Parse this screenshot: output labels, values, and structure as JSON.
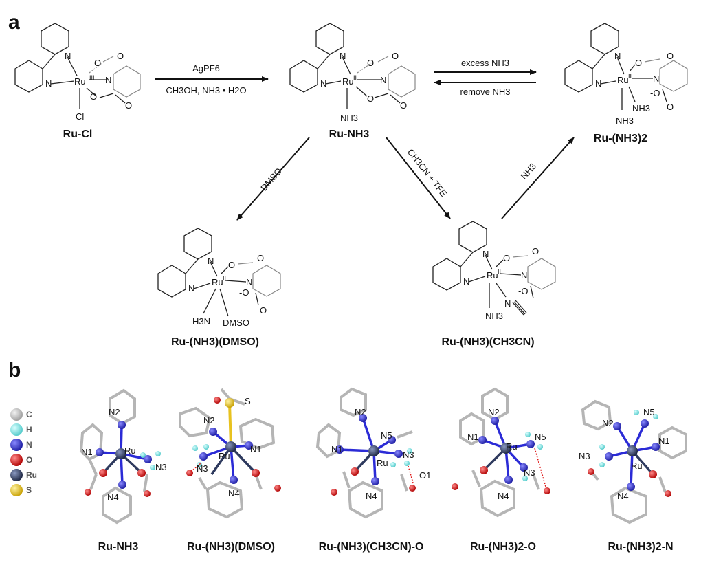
{
  "panels": {
    "a": "a",
    "b": "b"
  },
  "compounds": {
    "ru_cl": "Ru-Cl",
    "ru_nh3": "Ru-NH3",
    "ru_nh3_2": "Ru-(NH3)2",
    "ru_nh3_dmso": "Ru-(NH3)(DMSO)",
    "ru_nh3_ch3cn": "Ru-(NH3)(CH3CN)"
  },
  "conditions": {
    "step1_top": "AgPF6",
    "step1_bottom": "CH3OH, NH3 • H2O",
    "excess": "excess NH3",
    "remove": "remove NH3",
    "dmso": "DMSO",
    "ch3cn": "CH3CN + TFE",
    "nh3": "NH3"
  },
  "atoms": {
    "ru": "Ru",
    "ox3": "III",
    "ox2": "II",
    "n": "N",
    "o": "O",
    "cl": "Cl",
    "nh3": "NH3",
    "h3n": "H3N",
    "dmso": "DMSO",
    "ominus": "-O",
    "minus": "-"
  },
  "legend": [
    "C",
    "H",
    "N",
    "O",
    "Ru",
    "S"
  ],
  "colors": {
    "C": "#bfbfbf",
    "H": "#7fe3e3",
    "N": "#2b2bd6",
    "O": "#e01a1a",
    "Ru": "#2e3a5e",
    "S": "#e8c21f"
  },
  "crystal_labels": {
    "s1": [
      "N2",
      "N1",
      "Ru",
      "N3",
      "N4"
    ],
    "s2": [
      "S",
      "N2",
      "N1",
      "Ru",
      "N3",
      "N4"
    ],
    "s3": [
      "N2",
      "N5",
      "N1",
      "Ru",
      "N3",
      "O1",
      "N4"
    ],
    "s4": [
      "N2",
      "N1",
      "Ru",
      "N5",
      "N3",
      "N4"
    ],
    "s5": [
      "N5",
      "N2",
      "N3",
      "N1",
      "Ru",
      "N4"
    ]
  },
  "crystal_titles": [
    "Ru-NH3",
    "Ru-(NH3)(DMSO)",
    "Ru-(NH3)(CH3CN)-O",
    "Ru-(NH3)2-O",
    "Ru-(NH3)2-N"
  ]
}
